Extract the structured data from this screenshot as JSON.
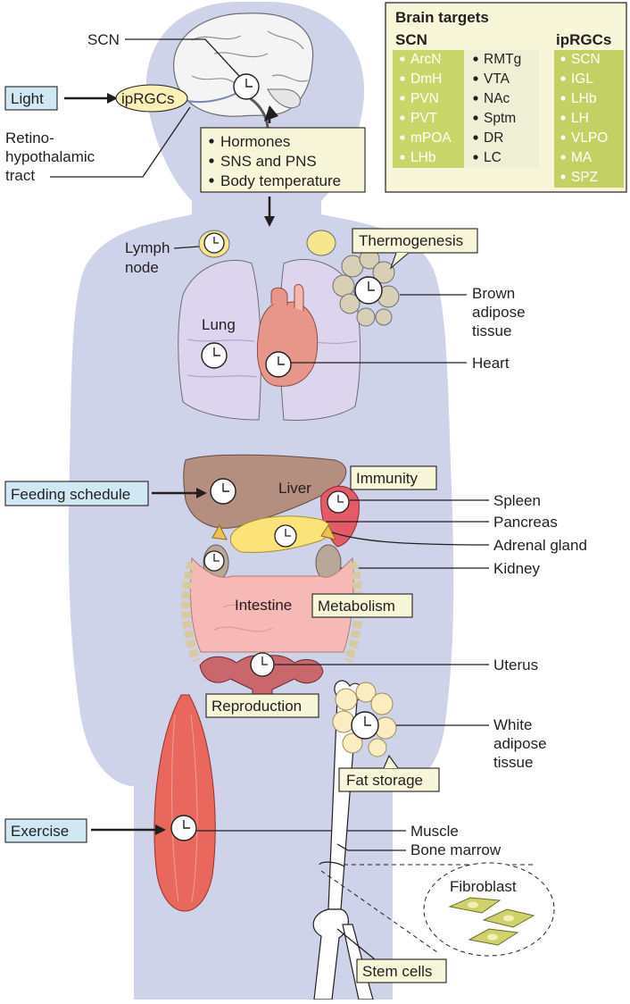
{
  "brain_targets": {
    "title": "Brain targets",
    "scn_header": "SCN",
    "scn_col1": [
      "ArcN",
      "DmH",
      "PVN",
      "PVT",
      "mPOA",
      "LHb"
    ],
    "scn_col2": [
      "RMTg",
      "VTA",
      "NAc",
      "Sptm",
      "DR",
      "LC"
    ],
    "iprgc_header": "ipRGCs",
    "iprgc_col": [
      "SCN",
      "IGL",
      "LHb",
      "LH",
      "VLPO",
      "MA",
      "SPZ"
    ]
  },
  "inputs": {
    "light": "Light",
    "feeding": "Feeding schedule",
    "exercise": "Exercise"
  },
  "labels": {
    "scn": "SCN",
    "iprgcs": "ipRGCs",
    "retino_1": "Retino-",
    "retino_2": "hypothalamic",
    "retino_3": "tract",
    "lymph_1": "Lymph",
    "lymph_2": "node",
    "lung": "Lung",
    "liver": "Liver",
    "intestine": "Intestine",
    "fibroblast": "Fibroblast",
    "brown_1": "Brown",
    "brown_2": "adipose",
    "brown_3": "tissue",
    "heart": "Heart",
    "spleen": "Spleen",
    "pancreas": "Pancreas",
    "adrenal": "Adrenal gland",
    "kidney": "Kidney",
    "uterus": "Uterus",
    "white_1": "White",
    "white_2": "adipose",
    "white_3": "tissue",
    "muscle": "Muscle",
    "bone_marrow": "Bone marrow"
  },
  "outputs_box": [
    "Hormones",
    "SNS and PNS",
    "Body temperature"
  ],
  "functions": {
    "thermogenesis": "Thermogenesis",
    "immunity": "Immunity",
    "metabolism": "Metabolism",
    "reproduction": "Reproduction",
    "fat_storage": "Fat storage",
    "stem_cells": "Stem cells"
  },
  "colors": {
    "body": "#cfd3ea",
    "input_box": "#cfe8f4",
    "function_box": "#f7f6d8",
    "scn_target_bg": "#c9d76a",
    "iprgc_target_bg": "#c3d164",
    "lung": "#ddd5ee",
    "liver": "#b48e7e",
    "muscle": "#e8685e",
    "intestine": "#f6b9b5",
    "spleen": "#e45a66",
    "pancreas": "#fbe37a",
    "adipose_brown": "#d8cfb7",
    "adipose_white": "#fbedc2",
    "fibroblast": "#cfd16a",
    "heart": "#e9968a"
  }
}
